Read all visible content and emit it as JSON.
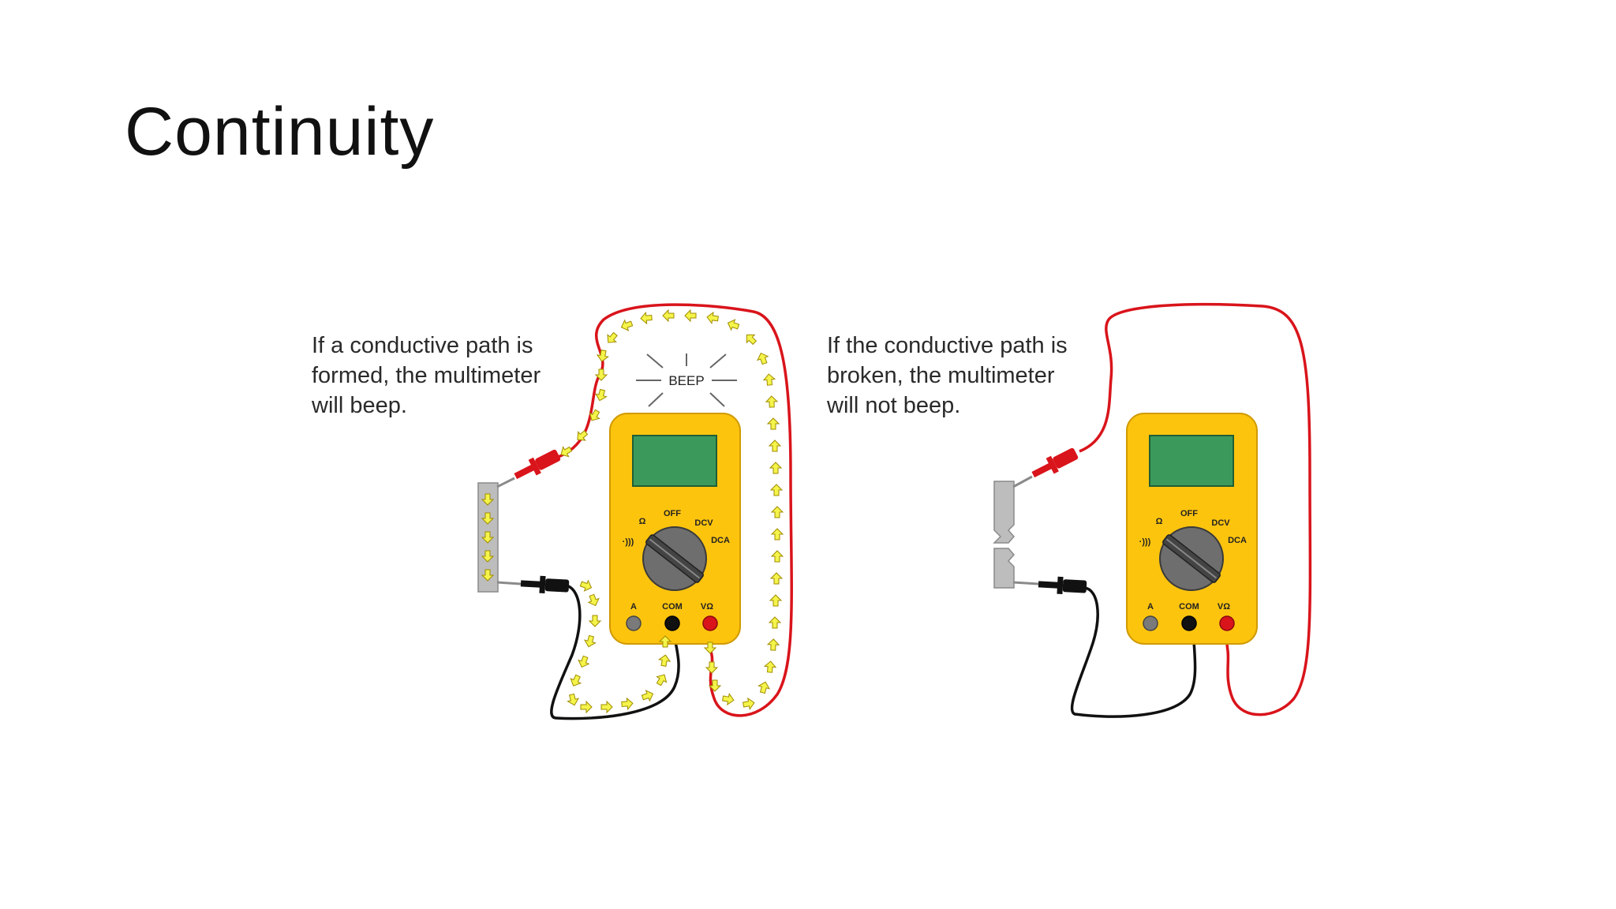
{
  "slide": {
    "title": "Continuity"
  },
  "panels": [
    {
      "caption": [
        "If a conductive path is",
        "formed, the multimeter",
        "will beep."
      ],
      "beep": "BEEP",
      "dial": {
        "off": "OFF",
        "ohm": "Ω",
        "dcv": "DCV",
        "dca": "DCA",
        "continuity": "·)))"
      },
      "jacks": {
        "a": "A",
        "com": "COM",
        "vohm": "VΩ"
      }
    },
    {
      "caption": [
        "If the conductive path is",
        "broken, the multimeter",
        "will not beep."
      ],
      "dial": {
        "off": "OFF",
        "ohm": "Ω",
        "dcv": "DCV",
        "dca": "DCA",
        "continuity": "·)))"
      },
      "jacks": {
        "a": "A",
        "com": "COM",
        "vohm": "VΩ"
      }
    }
  ],
  "colors": {
    "meter_body": "#fdc40e",
    "meter_outline": "#d09a00",
    "display": "#3b9a5b",
    "red_lead": "#d9141b",
    "black_lead": "#111111",
    "flow_arrow": "#f4f44a",
    "dial": "#6e6e6e"
  }
}
